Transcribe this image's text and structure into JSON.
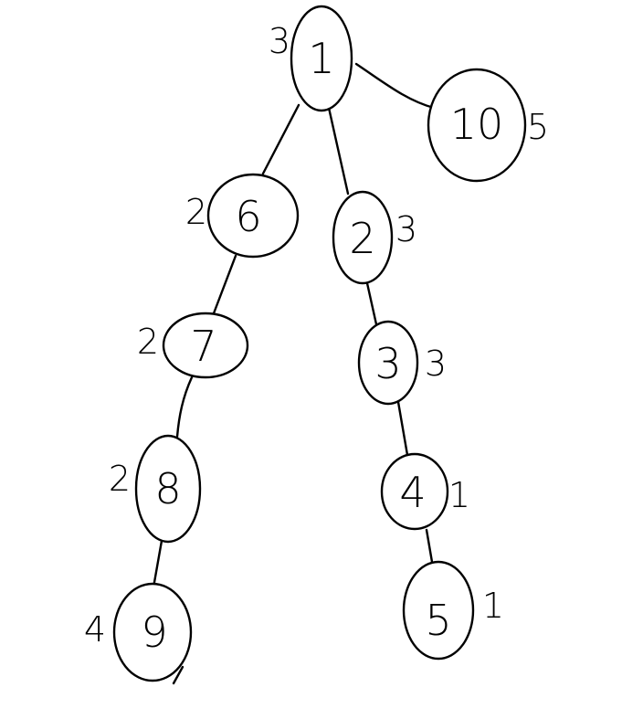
{
  "diagram": {
    "stroke_color": "#000000",
    "background": "#ffffff",
    "nodes": [
      {
        "id": "1",
        "label": "1",
        "weight": "3"
      },
      {
        "id": "10",
        "label": "10",
        "weight": "5"
      },
      {
        "id": "6",
        "label": "6",
        "weight": "2"
      },
      {
        "id": "2",
        "label": "2",
        "weight": "3"
      },
      {
        "id": "7",
        "label": "7",
        "weight": "2"
      },
      {
        "id": "3",
        "label": "3",
        "weight": "3"
      },
      {
        "id": "8",
        "label": "8",
        "weight": "2"
      },
      {
        "id": "4",
        "label": "4",
        "weight": "1"
      },
      {
        "id": "9",
        "label": "9",
        "weight": "4"
      },
      {
        "id": "5",
        "label": "5",
        "weight": "1"
      }
    ],
    "edges": [
      {
        "from": "1",
        "to": "10"
      },
      {
        "from": "1",
        "to": "6"
      },
      {
        "from": "1",
        "to": "2"
      },
      {
        "from": "6",
        "to": "7"
      },
      {
        "from": "7",
        "to": "8"
      },
      {
        "from": "8",
        "to": "9"
      },
      {
        "from": "2",
        "to": "3"
      },
      {
        "from": "3",
        "to": "4"
      },
      {
        "from": "4",
        "to": "5"
      }
    ]
  }
}
